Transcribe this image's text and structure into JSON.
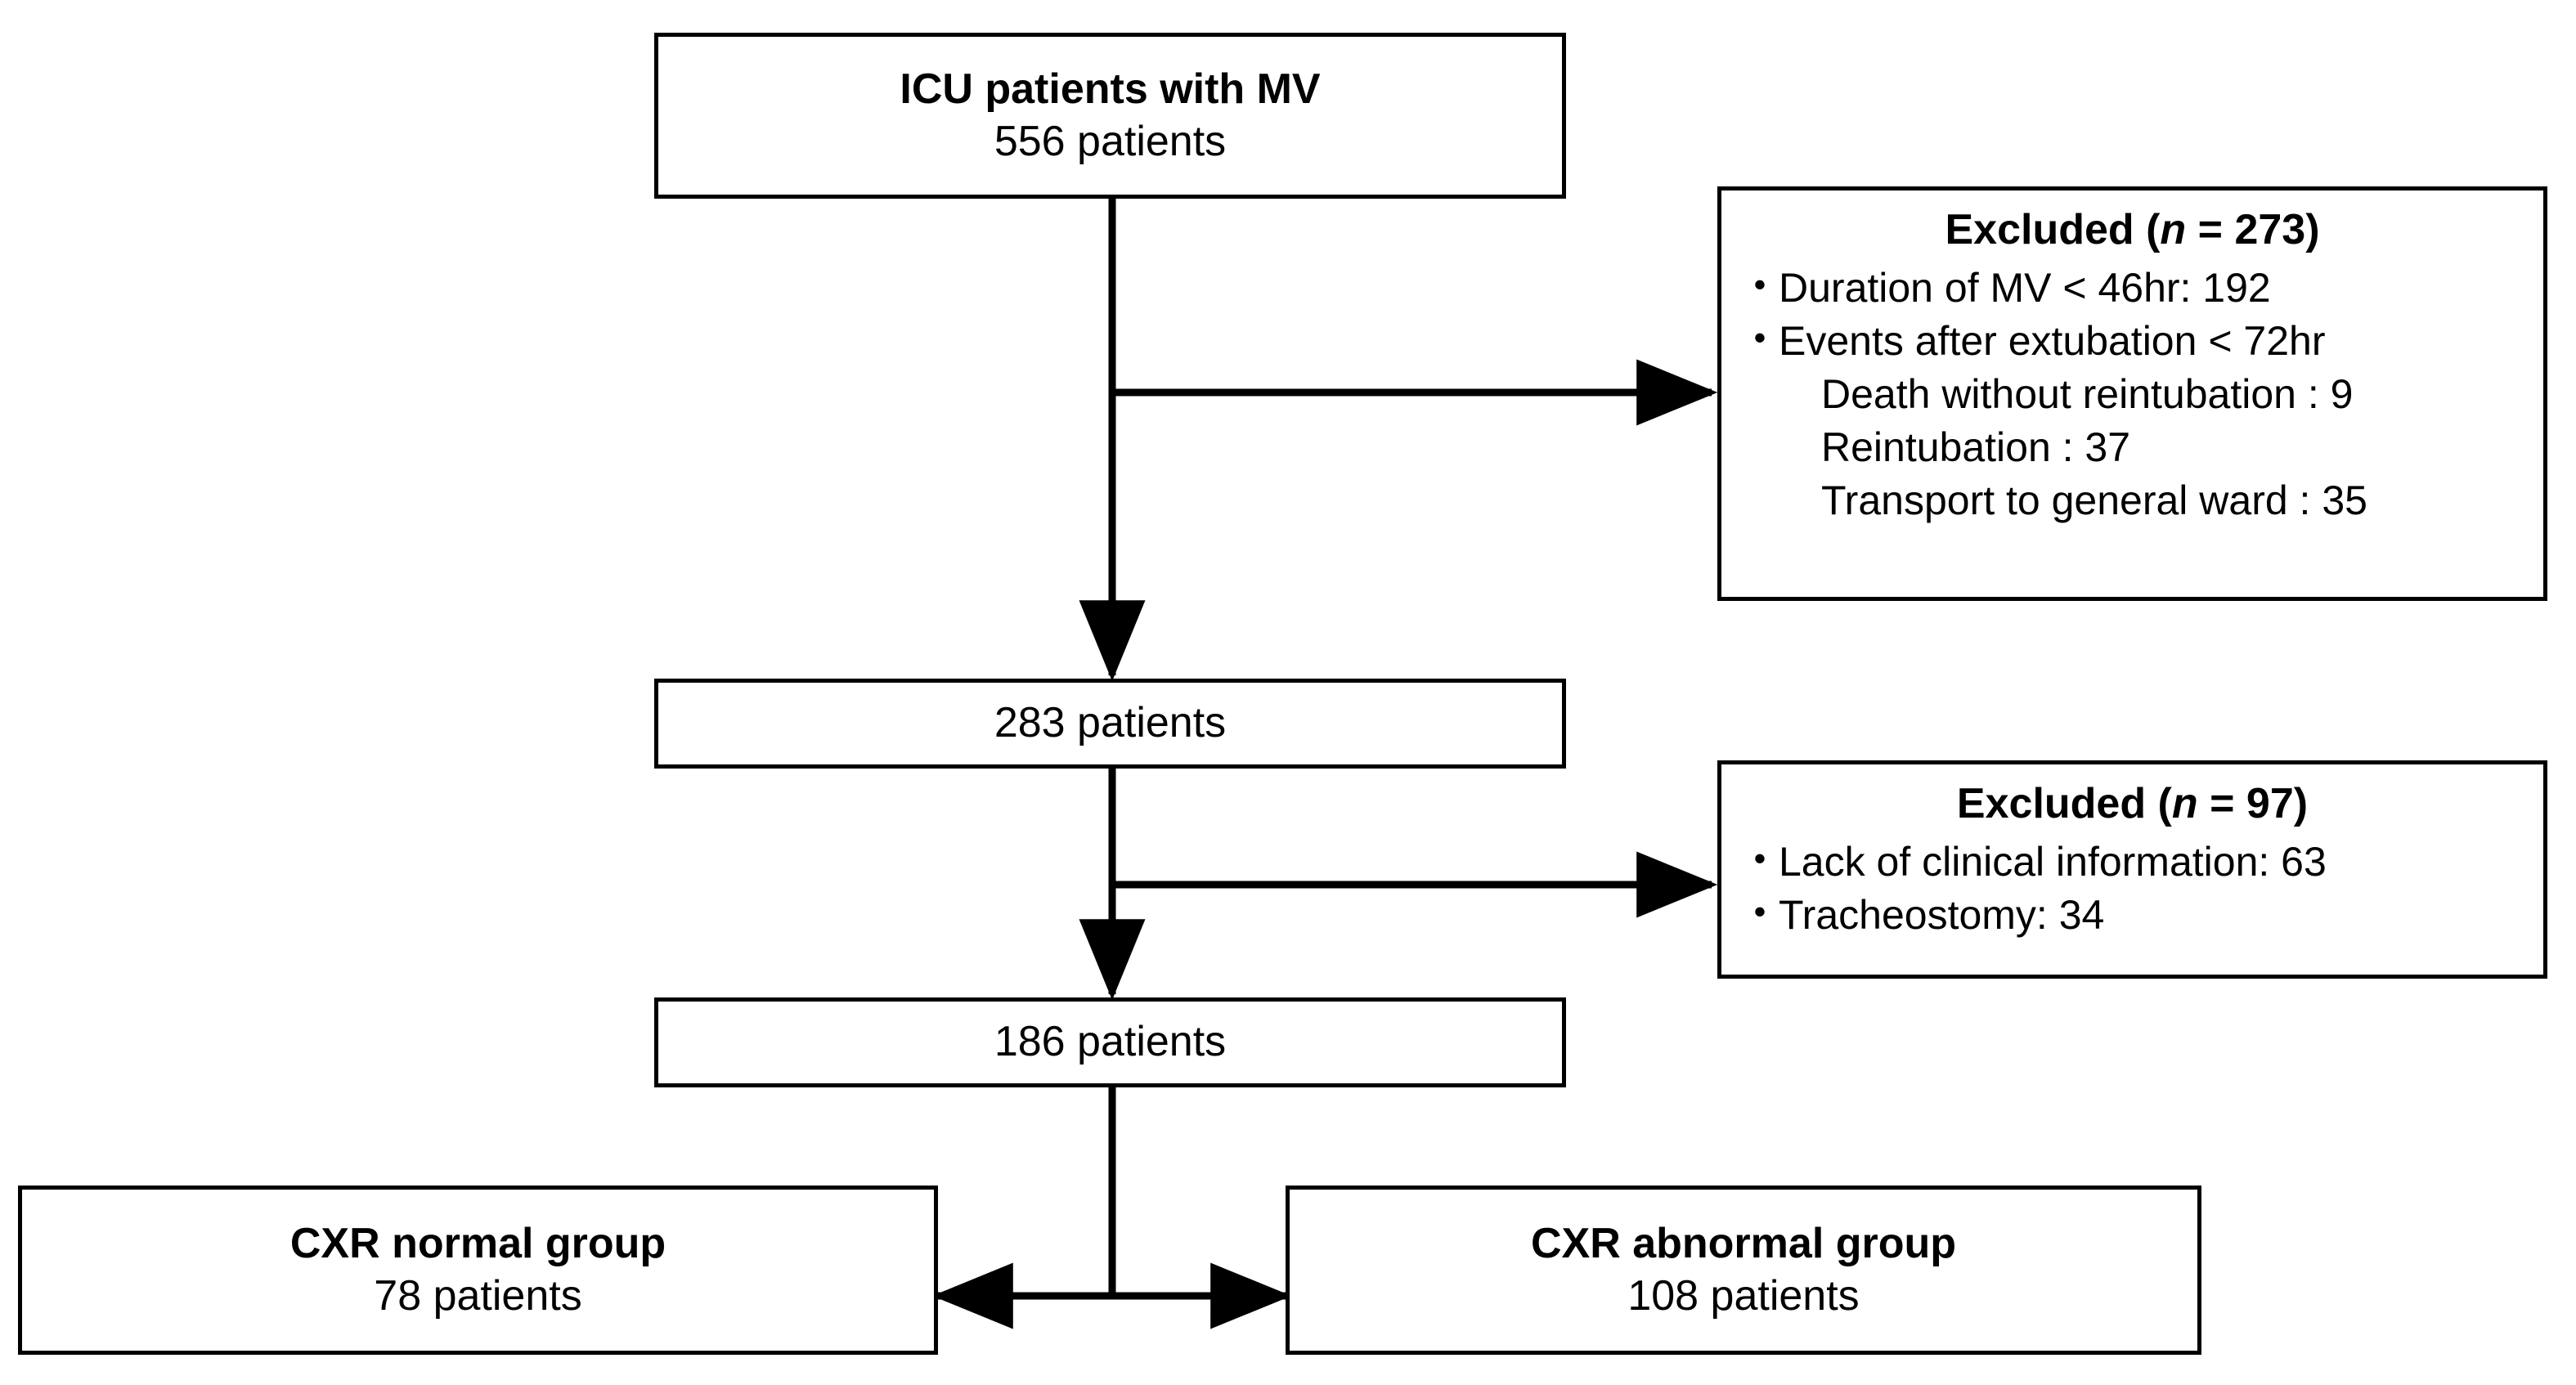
{
  "diagram": {
    "title_nodes": {
      "top": {
        "line1": "ICU patients with MV",
        "line2": "556 patients"
      },
      "mid1": {
        "line1": "283 patients"
      },
      "mid2": {
        "line1": "186 patients"
      },
      "group_left": {
        "line1": "CXR normal group",
        "line2": "78 patients"
      },
      "group_right": {
        "line1": "CXR abnormal group",
        "line2": "108 patients"
      }
    },
    "excluded_1": {
      "title_prefix": "Excluded (",
      "title_italic": "n",
      "title_suffix": " = 273)",
      "bullets": [
        "Duration of MV < 46hr: 192",
        "Events after extubation < 72hr"
      ],
      "sub_items": [
        "Death without reintubation : 9",
        "Reintubation : 37",
        "Transport to general ward : 35"
      ]
    },
    "excluded_2": {
      "title_prefix": "Excluded (",
      "title_italic": "n",
      "title_suffix": " = 97)",
      "bullets": [
        "Lack of clinical information: 63",
        "Tracheostomy: 34"
      ],
      "sub_items": []
    },
    "colors": {
      "stroke": "#000000",
      "fill": "#ffffff",
      "text": "#000000"
    },
    "bullet_glyph": "•"
  }
}
